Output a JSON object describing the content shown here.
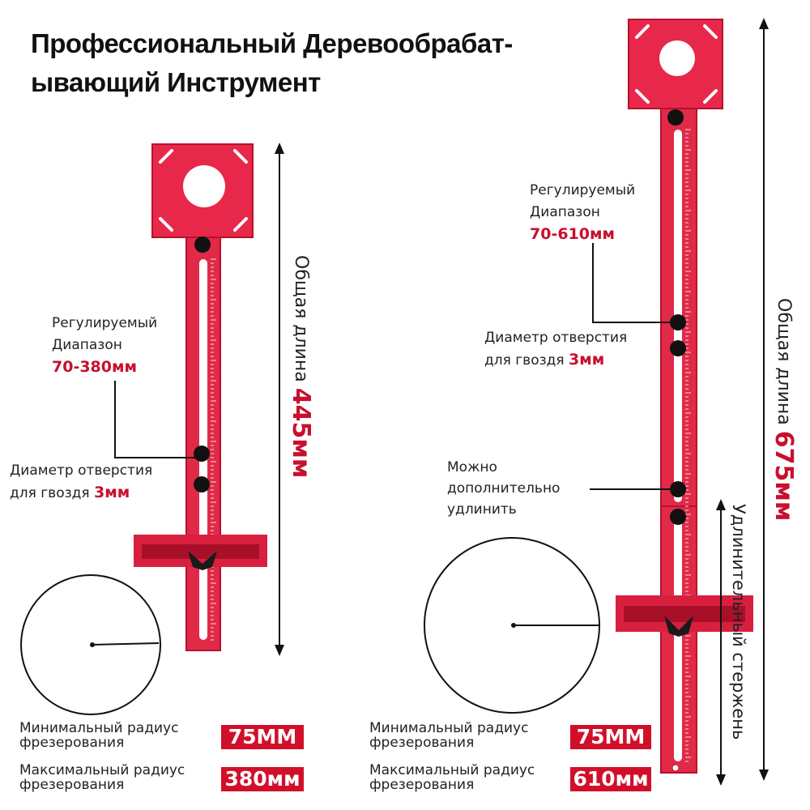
{
  "title": {
    "line1": "Профессиональный Деревообрабат-",
    "line2": "ывающий Инструмент"
  },
  "left_tool": {
    "range_label_line1": "Регулируемый",
    "range_label_line2": "Диапазон",
    "range_value": "70-380мм",
    "hole_label_line1": "Диаметр отверстия",
    "hole_label_line2_prefix": "для гвоздя ",
    "hole_value": "3мм",
    "total_length_label": "Общая длина ",
    "total_length_value": "445мм",
    "min_radius_line1": "Минимальный радиус",
    "min_radius_line2": "фрезерования",
    "min_radius_value": "75ММ",
    "max_radius_line1": "Максимальный радиус",
    "max_radius_line2": "фрезерования",
    "max_radius_value": "380мм"
  },
  "right_tool": {
    "range_label_line1": "Регулируемый",
    "range_label_line2": "Диапазон",
    "range_value": "70-610мм",
    "hole_label_line1": "Диаметр отверстия",
    "hole_label_line2_prefix": "для гвоздя ",
    "hole_value": "3мм",
    "extend_line1": "Можно",
    "extend_line2": "дополнительно",
    "extend_line3": "удлинить",
    "total_length_label": "Общая длина ",
    "total_length_value": "675мм",
    "extension_rod_label": "Удлинительный стержень",
    "min_radius_line1": "Минимальный радиус",
    "min_radius_line2": "фрезерования",
    "min_radius_value": "75ММ",
    "max_radius_line1": "Максимальный радиус",
    "max_radius_line2": "фрезерования",
    "max_radius_value": "610мм"
  },
  "colors": {
    "accent": "#c8102e",
    "tool_body": "#e8284a",
    "tool_dark": "#b8102c"
  }
}
